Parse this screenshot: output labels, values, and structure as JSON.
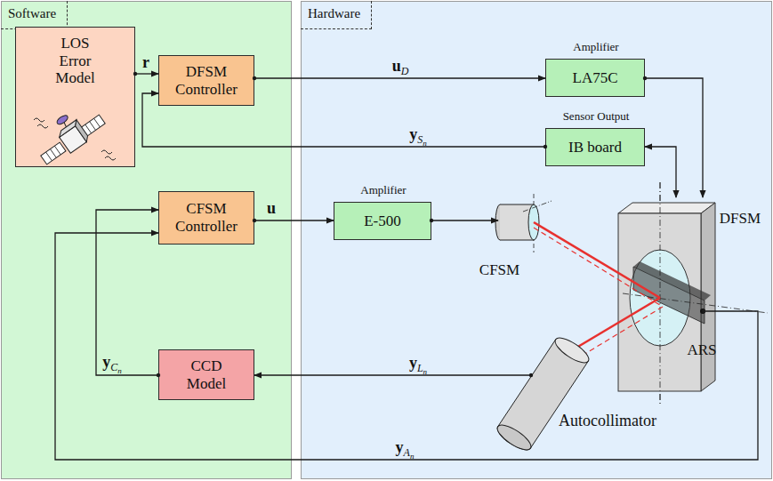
{
  "diagram": {
    "nodes": [
      {
        "text": [
          "Software"
        ]
      },
      {
        "text": [
          "Hardware"
        ]
      },
      {
        "text": [
          "LOS Error Model"
        ],
        "in": 0
      },
      {
        "text": [
          "DFSM Controller"
        ],
        "in": 0
      },
      {
        "text": [
          "CFSM Controller"
        ],
        "in": 0
      },
      {
        "text": [
          "CCD Model"
        ],
        "in": 0
      },
      {
        "text": [
          "Amplifier",
          "LA75C"
        ],
        "in": 1
      },
      {
        "text": [
          "Sensor Output",
          "IB board"
        ],
        "in": 1
      },
      {
        "text": [
          "Amplifier",
          "E-500"
        ],
        "in": 1
      },
      {
        "text": [
          "CFSM"
        ],
        "in": 1
      },
      {
        "text": [
          "DFSM"
        ],
        "in": 1
      },
      {
        "text": [
          "ARS"
        ],
        "in": 10
      },
      {
        "text": [
          "Autocollimator"
        ],
        "in": 1
      }
    ],
    "edges": [
      {
        "from": 2,
        "to": 3,
        "label": "r",
        "arrow": "to"
      },
      {
        "from": 3,
        "to": 6,
        "label": "uD",
        "arrow": "to"
      },
      {
        "from": 6,
        "to": 10,
        "arrow": "to"
      },
      {
        "from": 7,
        "to": 10,
        "arrow": "both"
      },
      {
        "from": 7,
        "to": 3,
        "label": "ySn",
        "arrow": "to"
      },
      {
        "from": 4,
        "to": 8,
        "label": "u",
        "arrow": "to"
      },
      {
        "from": 8,
        "to": 9,
        "arrow": "to"
      },
      {
        "from": 12,
        "to": 5,
        "label": "yLn",
        "arrow": "to"
      },
      {
        "from": 5,
        "to": 4,
        "label": "yCn",
        "arrow": "to"
      },
      {
        "from": 11,
        "to": 4,
        "label": "yAn",
        "arrow": "to"
      }
    ]
  }
}
